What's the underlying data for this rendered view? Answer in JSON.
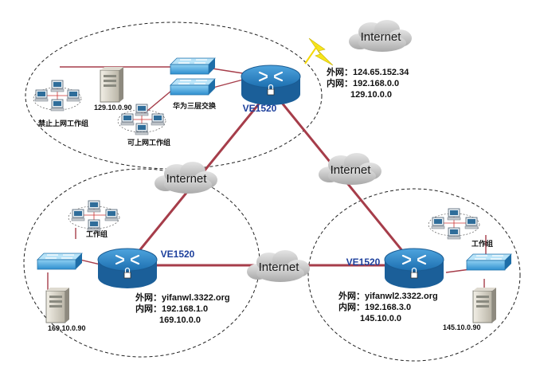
{
  "clouds": {
    "top": "Internet",
    "left": "Internet",
    "right": "Internet",
    "bottom": "Internet"
  },
  "top_site": {
    "router": "VE1520",
    "wan": "外网：124.65.152.34",
    "lan1": "内网：192.168.0.0",
    "lan2": "129.10.0.0",
    "server_ip": "129.10.0.90",
    "switch_label": "华为三层交换",
    "group_blocked": "禁止上网工作组",
    "group_allowed": "可上网工作组"
  },
  "left_site": {
    "router": "VE1520",
    "wan": "外网：yifanwl.3322.org",
    "lan1": "内网：192.168.1.0",
    "lan2": "169.10.0.0",
    "server_ip": "169.10.0.90",
    "group": "工作组"
  },
  "right_site": {
    "router": "VE1520",
    "wan": "外网：yifanwl2.3322.org",
    "lan1": "内网：192.168.3.0",
    "lan2": "145.10.0.0",
    "server_ip": "145.10.0.90",
    "group": "工作组"
  },
  "colors": {
    "link": "#a63d4a",
    "router": "#2f87c9",
    "switch": "#3c9ad6",
    "cloud": "#c6c6c6",
    "router_label": "#1c3f9c"
  }
}
